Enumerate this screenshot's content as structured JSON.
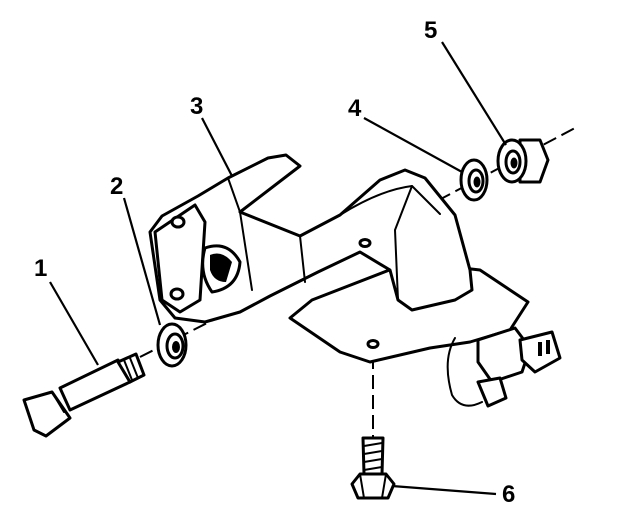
{
  "diagram": {
    "callouts": [
      {
        "id": "1",
        "label": "1"
      },
      {
        "id": "2",
        "label": "2"
      },
      {
        "id": "3",
        "label": "3"
      },
      {
        "id": "4",
        "label": "4"
      },
      {
        "id": "5",
        "label": "5"
      },
      {
        "id": "6",
        "label": "6"
      }
    ],
    "colors": {
      "ink": "#000000",
      "paper": "#ffffff"
    }
  }
}
